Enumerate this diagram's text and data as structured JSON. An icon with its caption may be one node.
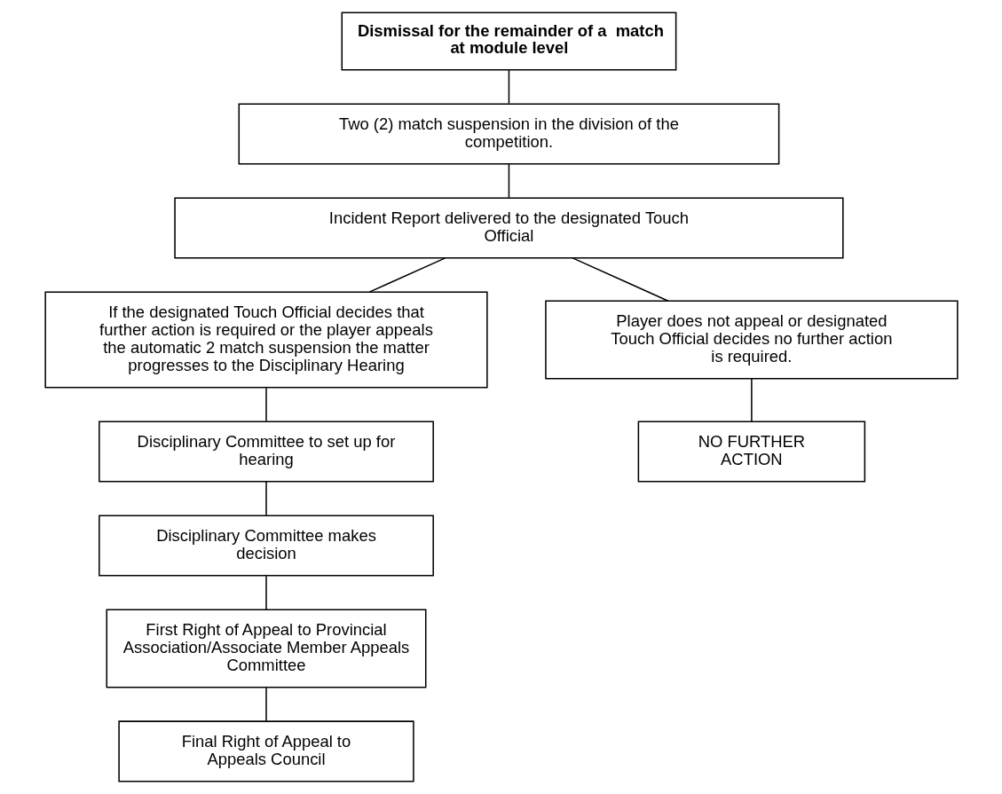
{
  "diagram": {
    "nodes": [
      {
        "text": [
          "Dismissal for the remainder of a  match at module level"
        ]
      },
      {
        "text": [
          "Two (2) match suspension in the division of the competition."
        ]
      },
      {
        "text": [
          "Incident Report delivered to the designated Touch Official"
        ]
      },
      {
        "text": [
          "If the designated Touch Official decides that further action is required or the player appeals the automatic 2 match suspension the matter progresses to the Disciplinary Hearing"
        ]
      },
      {
        "text": [
          "Player does not appeal or designated Touch Official decides no further action is required."
        ]
      },
      {
        "text": [
          "Disciplinary Committee to set up for hearing"
        ]
      },
      {
        "text": [
          "Disciplinary Committee makes decision"
        ]
      },
      {
        "text": [
          "First Right of Appeal to Provincial Association/Associate Member Appeals Committee"
        ]
      },
      {
        "text": [
          "Final Right of Appeal to Appeals Council"
        ]
      },
      {
        "text": [
          "NO FURTHER ACTION"
        ]
      }
    ],
    "edges": [
      {
        "from": 0,
        "to": 1,
        "arrow": "none"
      },
      {
        "from": 1,
        "to": 2,
        "arrow": "none"
      },
      {
        "from": 2,
        "to": 3,
        "arrow": "none"
      },
      {
        "from": 2,
        "to": 4,
        "arrow": "none"
      },
      {
        "from": 3,
        "to": 5,
        "arrow": "none"
      },
      {
        "from": 5,
        "to": 6,
        "arrow": "none"
      },
      {
        "from": 6,
        "to": 7,
        "arrow": "none"
      },
      {
        "from": 7,
        "to": 8,
        "arrow": "none"
      },
      {
        "from": 4,
        "to": 9,
        "arrow": "none"
      }
    ]
  }
}
